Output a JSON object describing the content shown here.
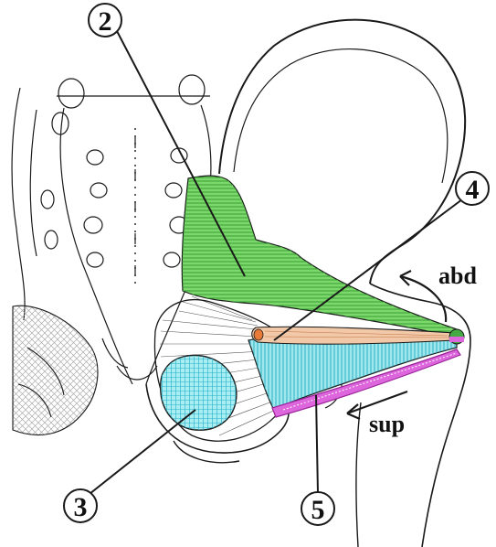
{
  "labels": {
    "n2": "2",
    "n3": "3",
    "n4": "4",
    "n5": "5",
    "abd": "abd",
    "sup": "sup"
  },
  "colors": {
    "outline": "#1a1a1a",
    "green_muscle": "#5cc24a",
    "cyan_muscle": "#7fe0e8",
    "orange_muscle": "#e8a070",
    "purple_muscle": "#cc44cc",
    "fan_lines": "#555555",
    "hatch": "#b8b8b8"
  }
}
